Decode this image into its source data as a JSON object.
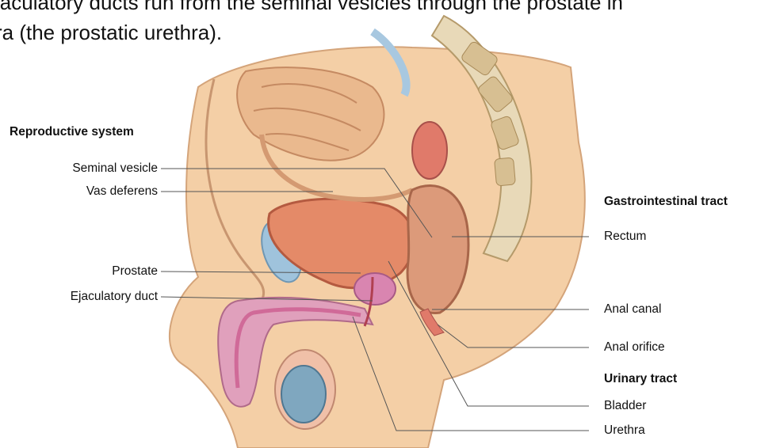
{
  "caption": {
    "line1": "jaculatory ducts run from the seminal vesicles through the prostate in",
    "line2": "ra (the prostatic urethra)."
  },
  "groups": {
    "reproductive": "Reproductive system",
    "gastrointestinal": "Gastrointestinal tract",
    "urinary": "Urinary tract"
  },
  "labels": {
    "seminal_vesicle": "Seminal vesicle",
    "vas_deferens": "Vas deferens",
    "prostate": "Prostate",
    "ejaculatory_duct": "Ejaculatory duct",
    "rectum": "Rectum",
    "anal_canal": "Anal canal",
    "anal_orifice": "Anal orifice",
    "bladder": "Bladder",
    "urethra": "Urethra"
  },
  "colors": {
    "skin": "#f4cfa6",
    "tissue": "#ecb07f",
    "bladder": "#e48a68",
    "penile": "#d985b0",
    "testis": "#7fa7bf",
    "bone": "#e8d9b8",
    "rectum": "#dc9a7a"
  }
}
